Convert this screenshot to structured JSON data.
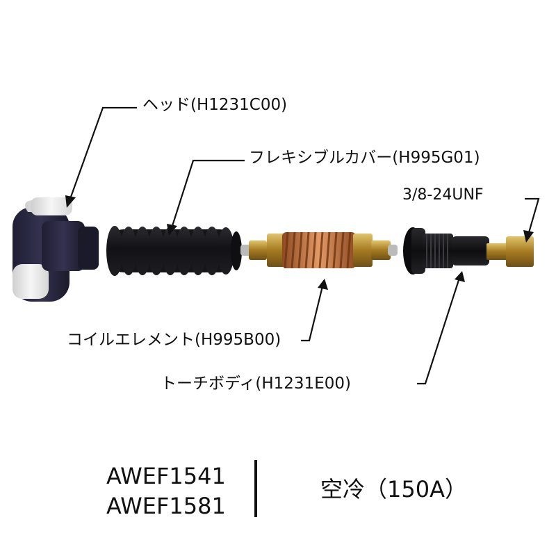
{
  "labels": {
    "head": "ヘッド(H1231C00)",
    "flexible_cover": "フレキシブルカバー(H995G01)",
    "thread_spec": "3/8-24UNF",
    "coil_element": "コイルエレメント(H995B00)",
    "torch_body": "トーチボディ(H1231E00)"
  },
  "footer": {
    "models": [
      "AWEF1541",
      "AWEF1581"
    ],
    "cooling": "空冷（150A）"
  },
  "colors": {
    "rubber_black": "#1c1c22",
    "head_purple": "#2c2a45",
    "ceramic_white": "#ececec",
    "brass": "#b98f2e",
    "copper": "#c0703c"
  }
}
